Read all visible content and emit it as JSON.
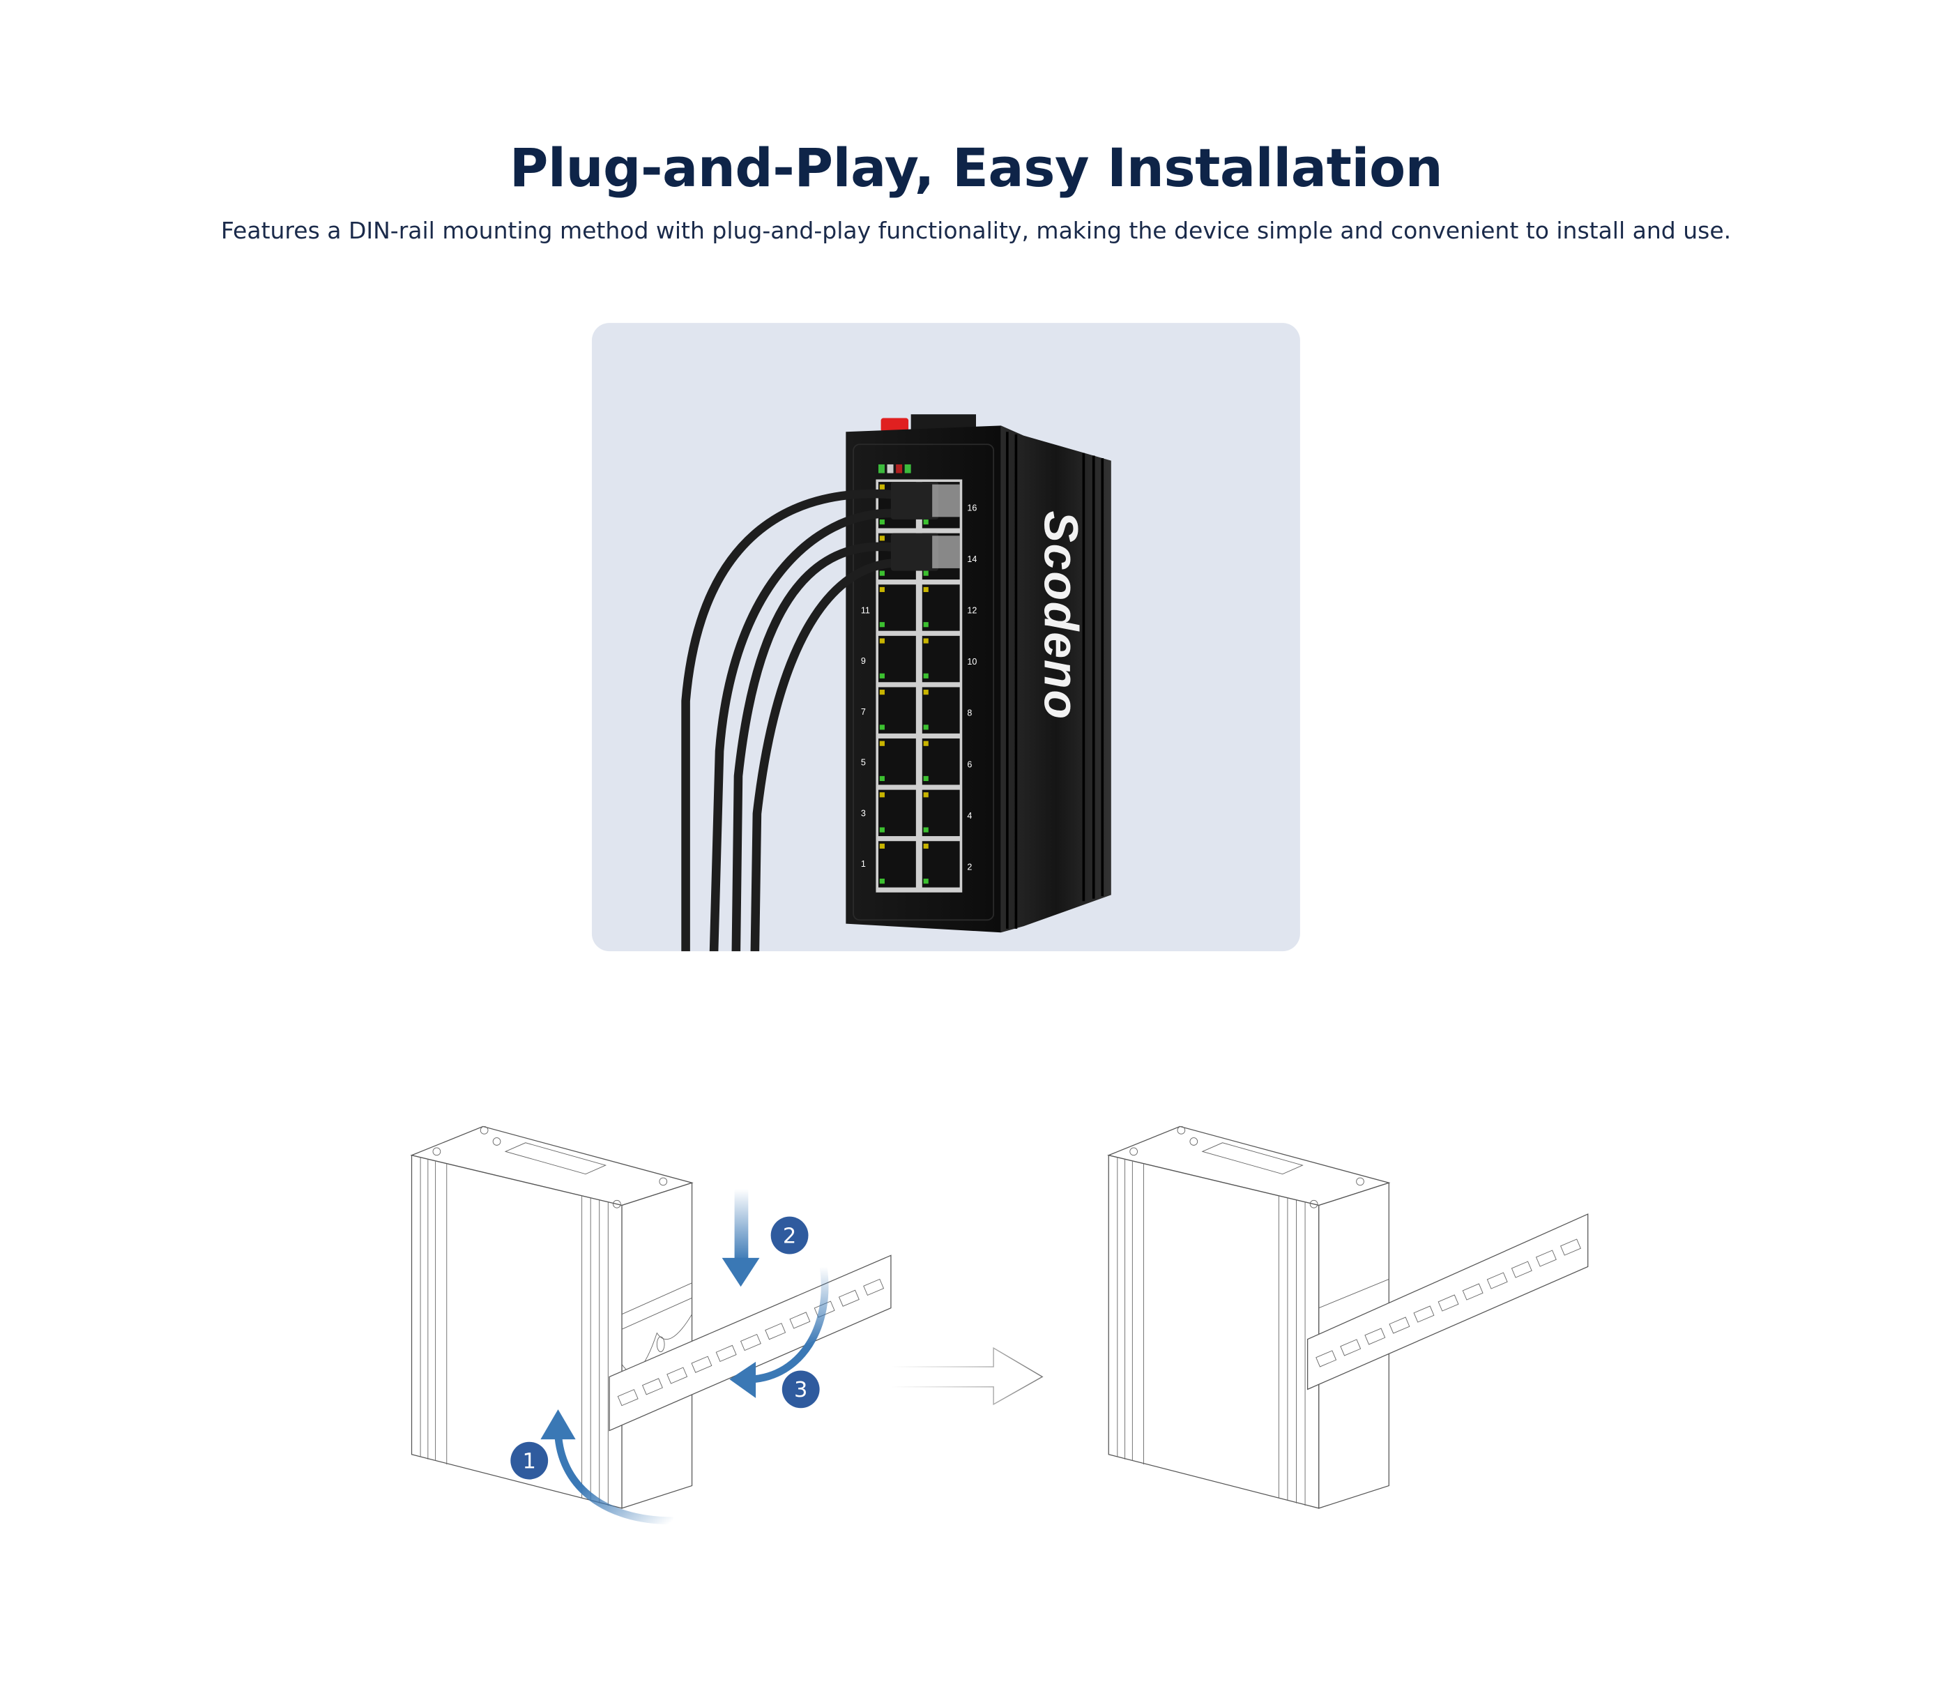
{
  "header": {
    "title": "Plug-and-Play, Easy Installation",
    "subtitle": "Features a DIN-rail mounting method with plug-and-play functionality, making the device simple and convenient to install and use."
  },
  "product_photo": {
    "brand": "Scodeno",
    "ports_left": [
      "11",
      "9",
      "7",
      "5",
      "3",
      "1"
    ],
    "ports_right": [
      "16",
      "14",
      "12",
      "10",
      "8",
      "6",
      "4",
      "2"
    ]
  },
  "diagram": {
    "steps": [
      "1",
      "2",
      "3"
    ]
  },
  "colors": {
    "title": "#0e2448",
    "card_bg": "#e0e5ef",
    "step_badge": "#2f5b9e",
    "arrow": "#3a78b5"
  }
}
